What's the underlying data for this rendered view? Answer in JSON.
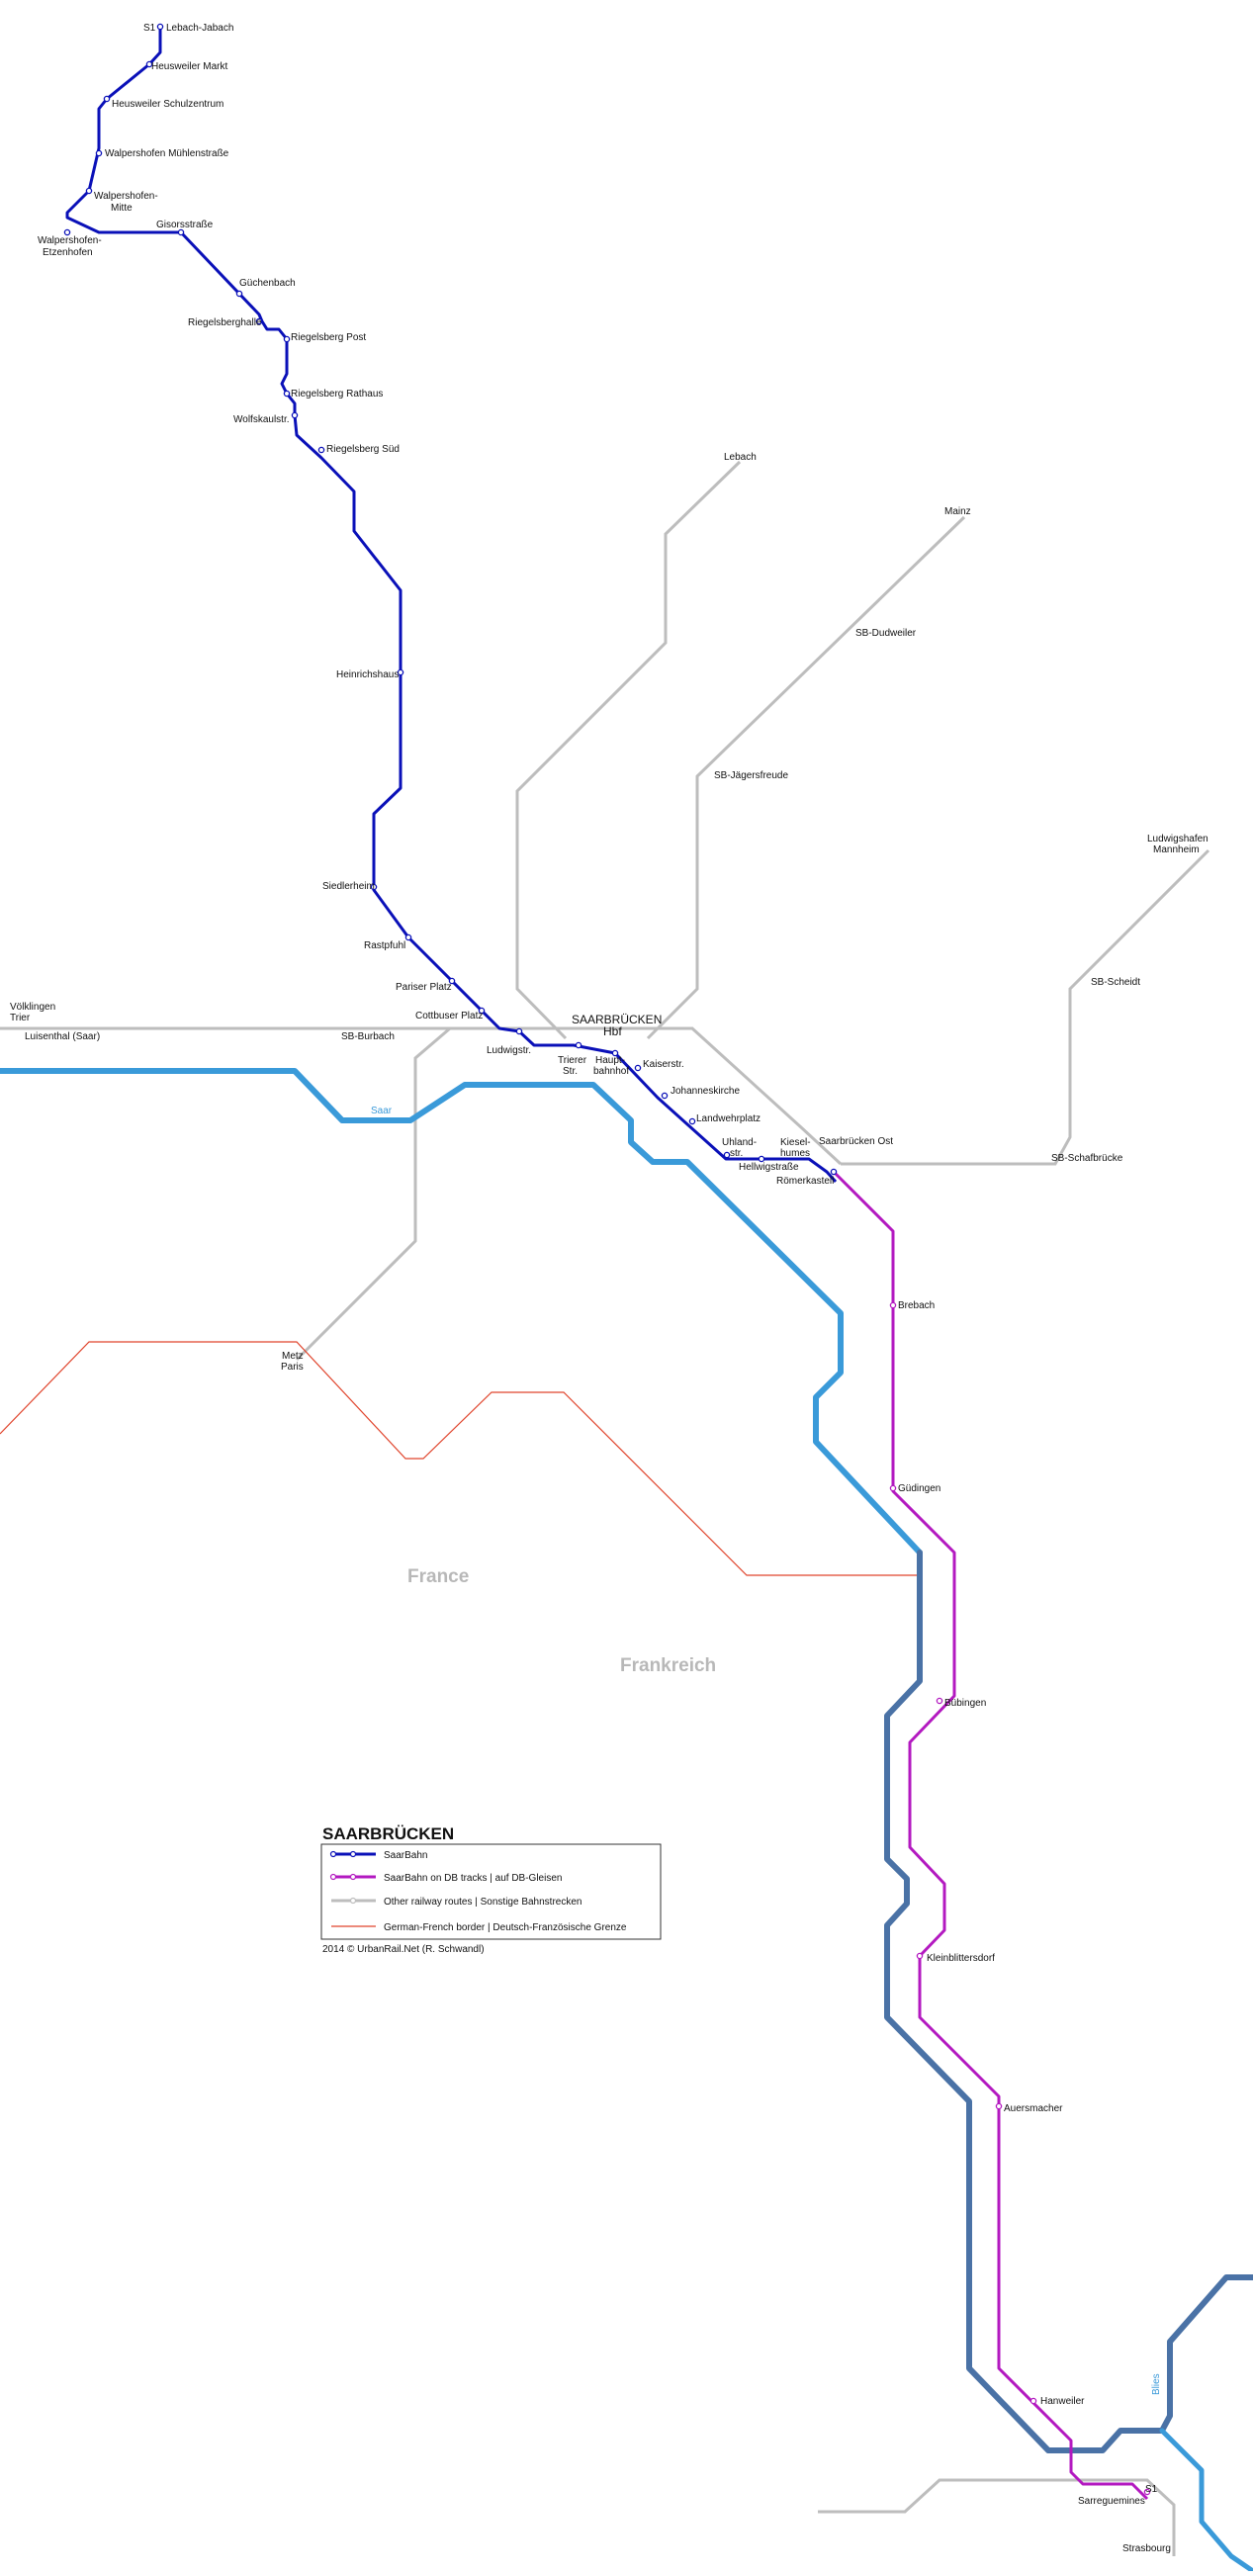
{
  "colors": {
    "saarbahn": "#0a10b8",
    "db_tracks": "#b319c0",
    "railway": "#bdbdbd",
    "border": "#e0442c",
    "river": "#3a9ad9",
    "river_dark": "#4a72a6"
  },
  "legend": {
    "title": "SAARBRÜCKEN",
    "items": [
      {
        "label": "SaarBahn"
      },
      {
        "label": "SaarBahn on DB tracks | auf DB-Gleisen"
      },
      {
        "label": "Other railway routes | Sonstige Bahnstrecken"
      },
      {
        "label": "German-French border | Deutsch-Französische Grenze"
      }
    ],
    "credit": "2014 © UrbanRail.Net (R. Schwandl)"
  },
  "line_badge": "S1",
  "line_badge_end": "S1",
  "stations": {
    "lebach_jabach": "Lebach-Jabach",
    "heusweiler_markt": "Heusweiler Markt",
    "heusweiler_schulzentrum": "Heusweiler Schulzentrum",
    "walpershofen_muehlenstrasse": "Walpershofen Mühlenstraße",
    "walpershofen_mitte_1": "Walpershofen-",
    "walpershofen_mitte_2": "Mitte",
    "walpershofen_etzenhofen_1": "Walpershofen-",
    "walpershofen_etzenhofen_2": "Etzenhofen",
    "gisorsstrasse": "Gisorsstraße",
    "guechenbach": "Güchenbach",
    "riegelsberghalle": "Riegelsberghalle",
    "riegelsberg_post": "Riegelsberg Post",
    "riegelsberg_rathaus": "Riegelsberg Rathaus",
    "wolfskaulstr": "Wolfskaulstr.",
    "riegelsberg_sued": "Riegelsberg Süd",
    "heinrichshaus": "Heinrichshaus",
    "siedlerheim": "Siedlerheim",
    "rastpfuhl": "Rastpfuhl",
    "pariser_platz": "Pariser Platz",
    "cottbuser_platz": "Cottbuser Platz",
    "ludwigstr": "Ludwigstr.",
    "trierer_str_1": "Trierer",
    "trierer_str_2": "Str.",
    "hauptbahnhof_1": "Haupt-",
    "hauptbahnhof_2": "bahnhof",
    "kaiserstr": "Kaiserstr.",
    "johanneskirche": "Johanneskirche",
    "landwehrplatz": "Landwehrplatz",
    "uhlandstr_1": "Uhland-",
    "uhlandstr_2": "str.",
    "kieselhumes_1": "Kiesel-",
    "kieselhumes_2": "humes",
    "hellwigstrasse": "Hellwigstraße",
    "saarbruecken_ost": "Saarbrücken Ost",
    "roemerkastell": "Römerkastell",
    "brebach": "Brebach",
    "guedingen": "Güdingen",
    "buebingen": "Bübingen",
    "kleinblittersdorf": "Kleinblittersdorf",
    "auersmacher": "Auersmacher",
    "hanweiler": "Hanweiler",
    "sarreguemines": "Sarreguemines"
  },
  "places": {
    "hbf_1": "SAARBRÜCKEN",
    "hbf_2": "Hbf",
    "lebach": "Lebach",
    "mainz": "Mainz",
    "sb_dudweiler": "SB-Dudweiler",
    "sb_jaegersfreude": "SB-Jägersfreude",
    "ludwigshafen_1": "Ludwigshafen",
    "ludwigshafen_2": "Mannheim",
    "sb_scheidt": "SB-Scheidt",
    "sb_schafbruecke": "SB-Schafbrücke",
    "voelklingen_1": "Völklingen",
    "voelklingen_2": "Trier",
    "luisenthal": "Luisenthal (Saar)",
    "sb_burbach": "SB-Burbach",
    "metz_1": "Metz",
    "metz_2": "Paris",
    "strasbourg": "Strasbourg",
    "france": "France",
    "frankreich": "Frankreich",
    "saar": "Saar",
    "blies": "Blies"
  }
}
